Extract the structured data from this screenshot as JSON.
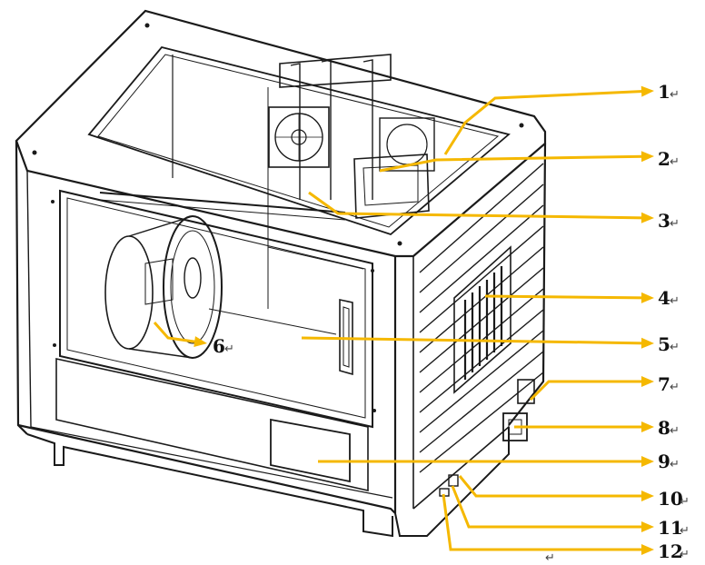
{
  "colors": {
    "accent": "#F5B800",
    "line": "#1a1a1a"
  },
  "callouts": [
    {
      "label": "1",
      "suffix": "↵"
    },
    {
      "label": "2",
      "suffix": "↵"
    },
    {
      "label": "3",
      "suffix": "↵"
    },
    {
      "label": "4",
      "suffix": "↵"
    },
    {
      "label": "5",
      "suffix": "↵"
    },
    {
      "label": "6",
      "suffix": "↵"
    },
    {
      "label": "7",
      "suffix": "↵"
    },
    {
      "label": "8",
      "suffix": "↵"
    },
    {
      "label": "9",
      "suffix": "↵"
    },
    {
      "label": "10",
      "suffix": "↵"
    },
    {
      "label": "11",
      "suffix": "↵"
    },
    {
      "label": "12",
      "suffix": "↵"
    }
  ],
  "trailing_mark": "↵"
}
